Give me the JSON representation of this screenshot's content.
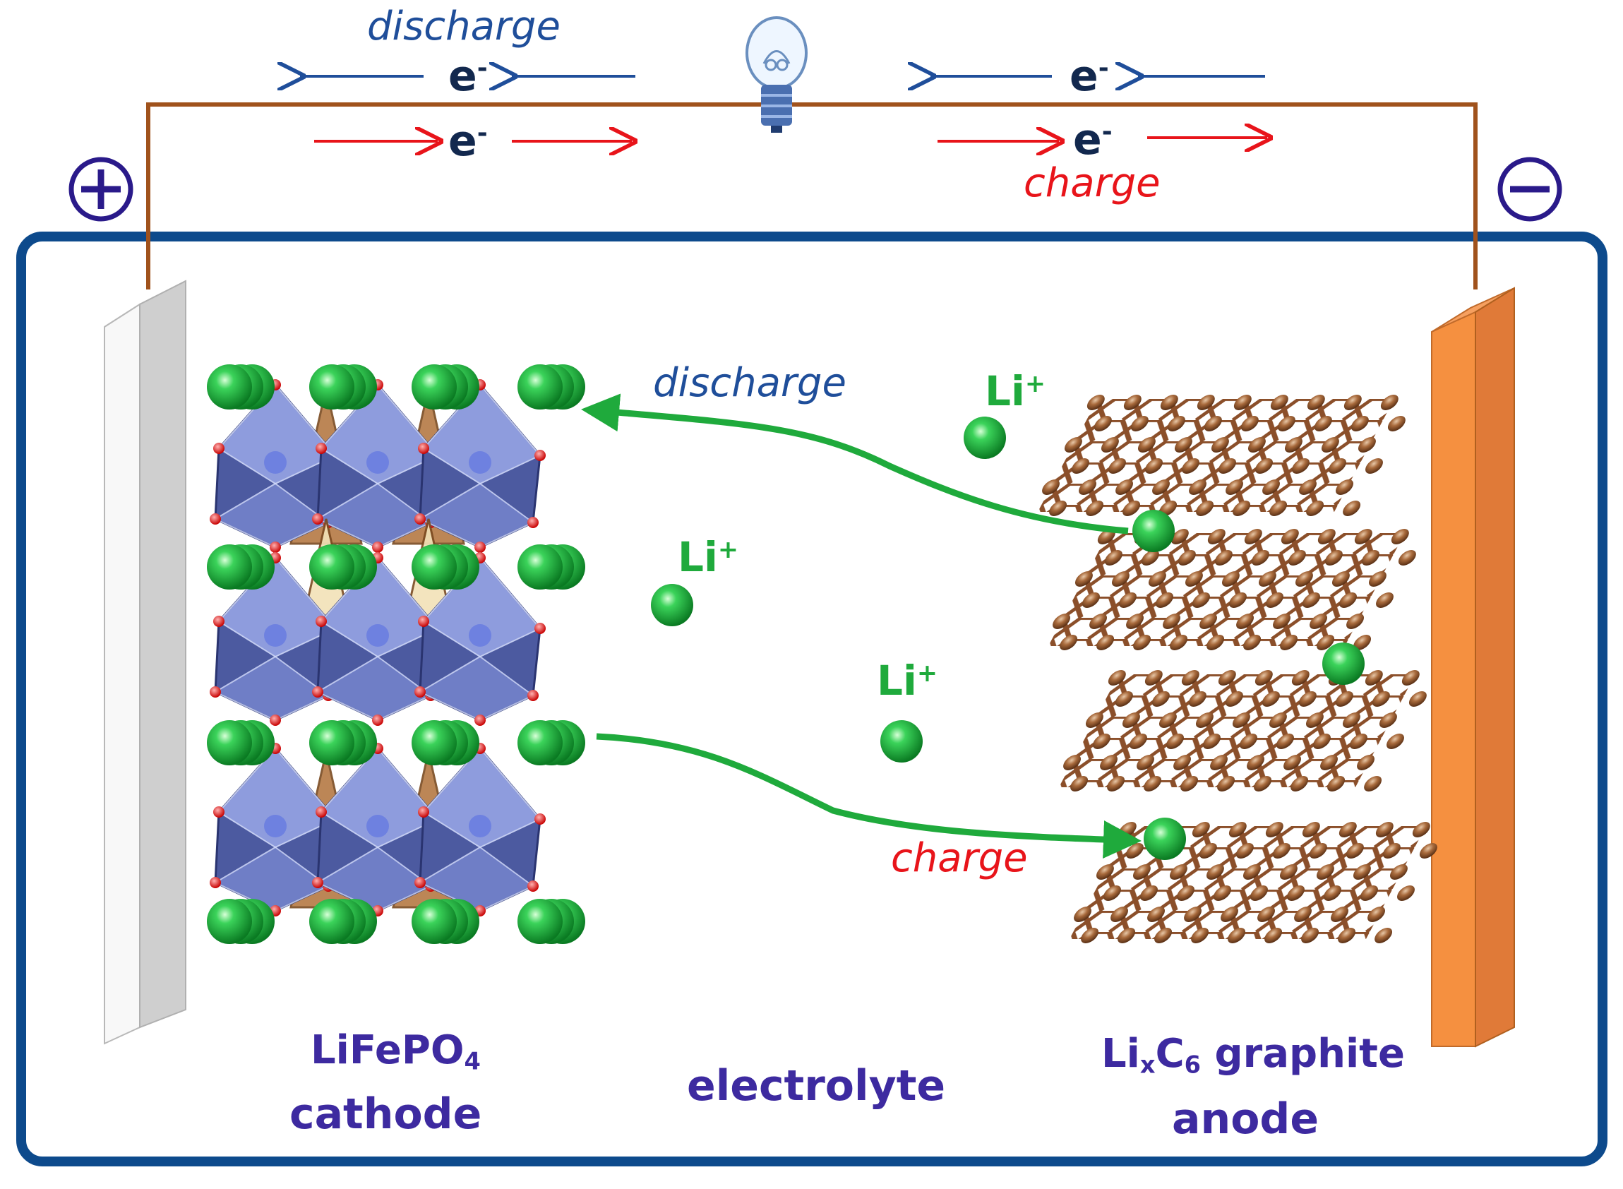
{
  "circuit": {
    "positive_terminal": "+",
    "negative_terminal": "−",
    "electron": "e",
    "electron_charge": "-",
    "discharge_label": "discharge",
    "charge_label": "charge"
  },
  "cell": {
    "ion": "Li",
    "ion_charge": "+",
    "discharge_label": "discharge",
    "charge_label": "charge",
    "cathode": {
      "formula_main": "LiFePO",
      "formula_sub": "4",
      "name": "cathode"
    },
    "electrolyte": "electrolyte",
    "anode": {
      "li": "Li",
      "x": "x",
      "c": "C",
      "six": "6",
      "tail": " graphite",
      "name": "anode"
    }
  },
  "colors": {
    "discharge": "#1f4e9a",
    "charge": "#e8141a",
    "ion": "#1faa3c",
    "wire": "#a0521c",
    "cell_border": "#0d4a8c",
    "labels": "#3d2aa0",
    "cathode_collector": "#d8d8d8",
    "anode_collector": "#f08a3c"
  },
  "icons": [
    "lightbulb-icon",
    "plus-icon",
    "minus-icon"
  ]
}
